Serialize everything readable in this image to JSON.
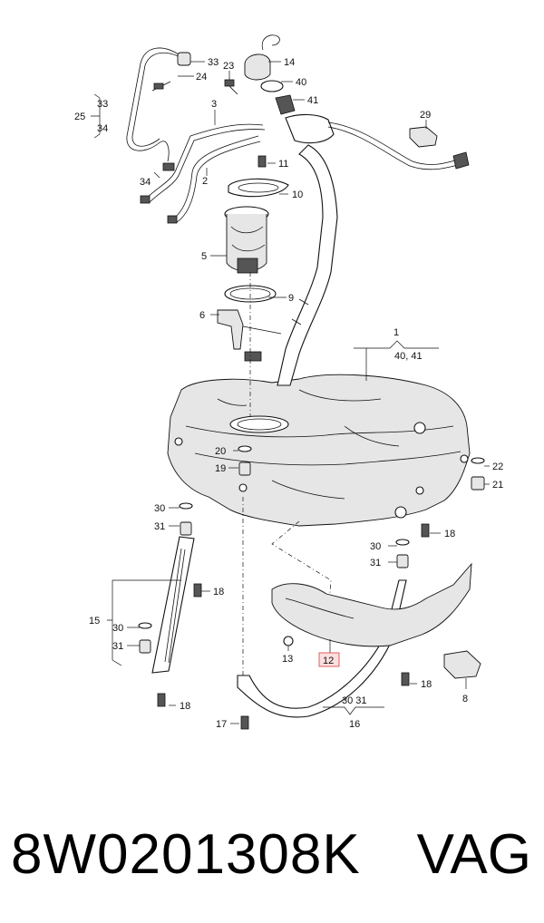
{
  "diagram": {
    "callouts": [
      "33",
      "24",
      "23",
      "14",
      "40",
      "41",
      "29",
      "3",
      "25",
      "33",
      "34",
      "11",
      "34",
      "2",
      "10",
      "5",
      "9",
      "6",
      "1",
      "40, 41",
      "20",
      "19",
      "22",
      "21",
      "30",
      "31",
      "18",
      "30",
      "31",
      "18",
      "15",
      "30",
      "31",
      "13",
      "12",
      "18",
      "8",
      "18",
      "30  31",
      "16",
      "17"
    ]
  },
  "caption": {
    "part_number": "8W0201308K",
    "brand": "VAG"
  }
}
